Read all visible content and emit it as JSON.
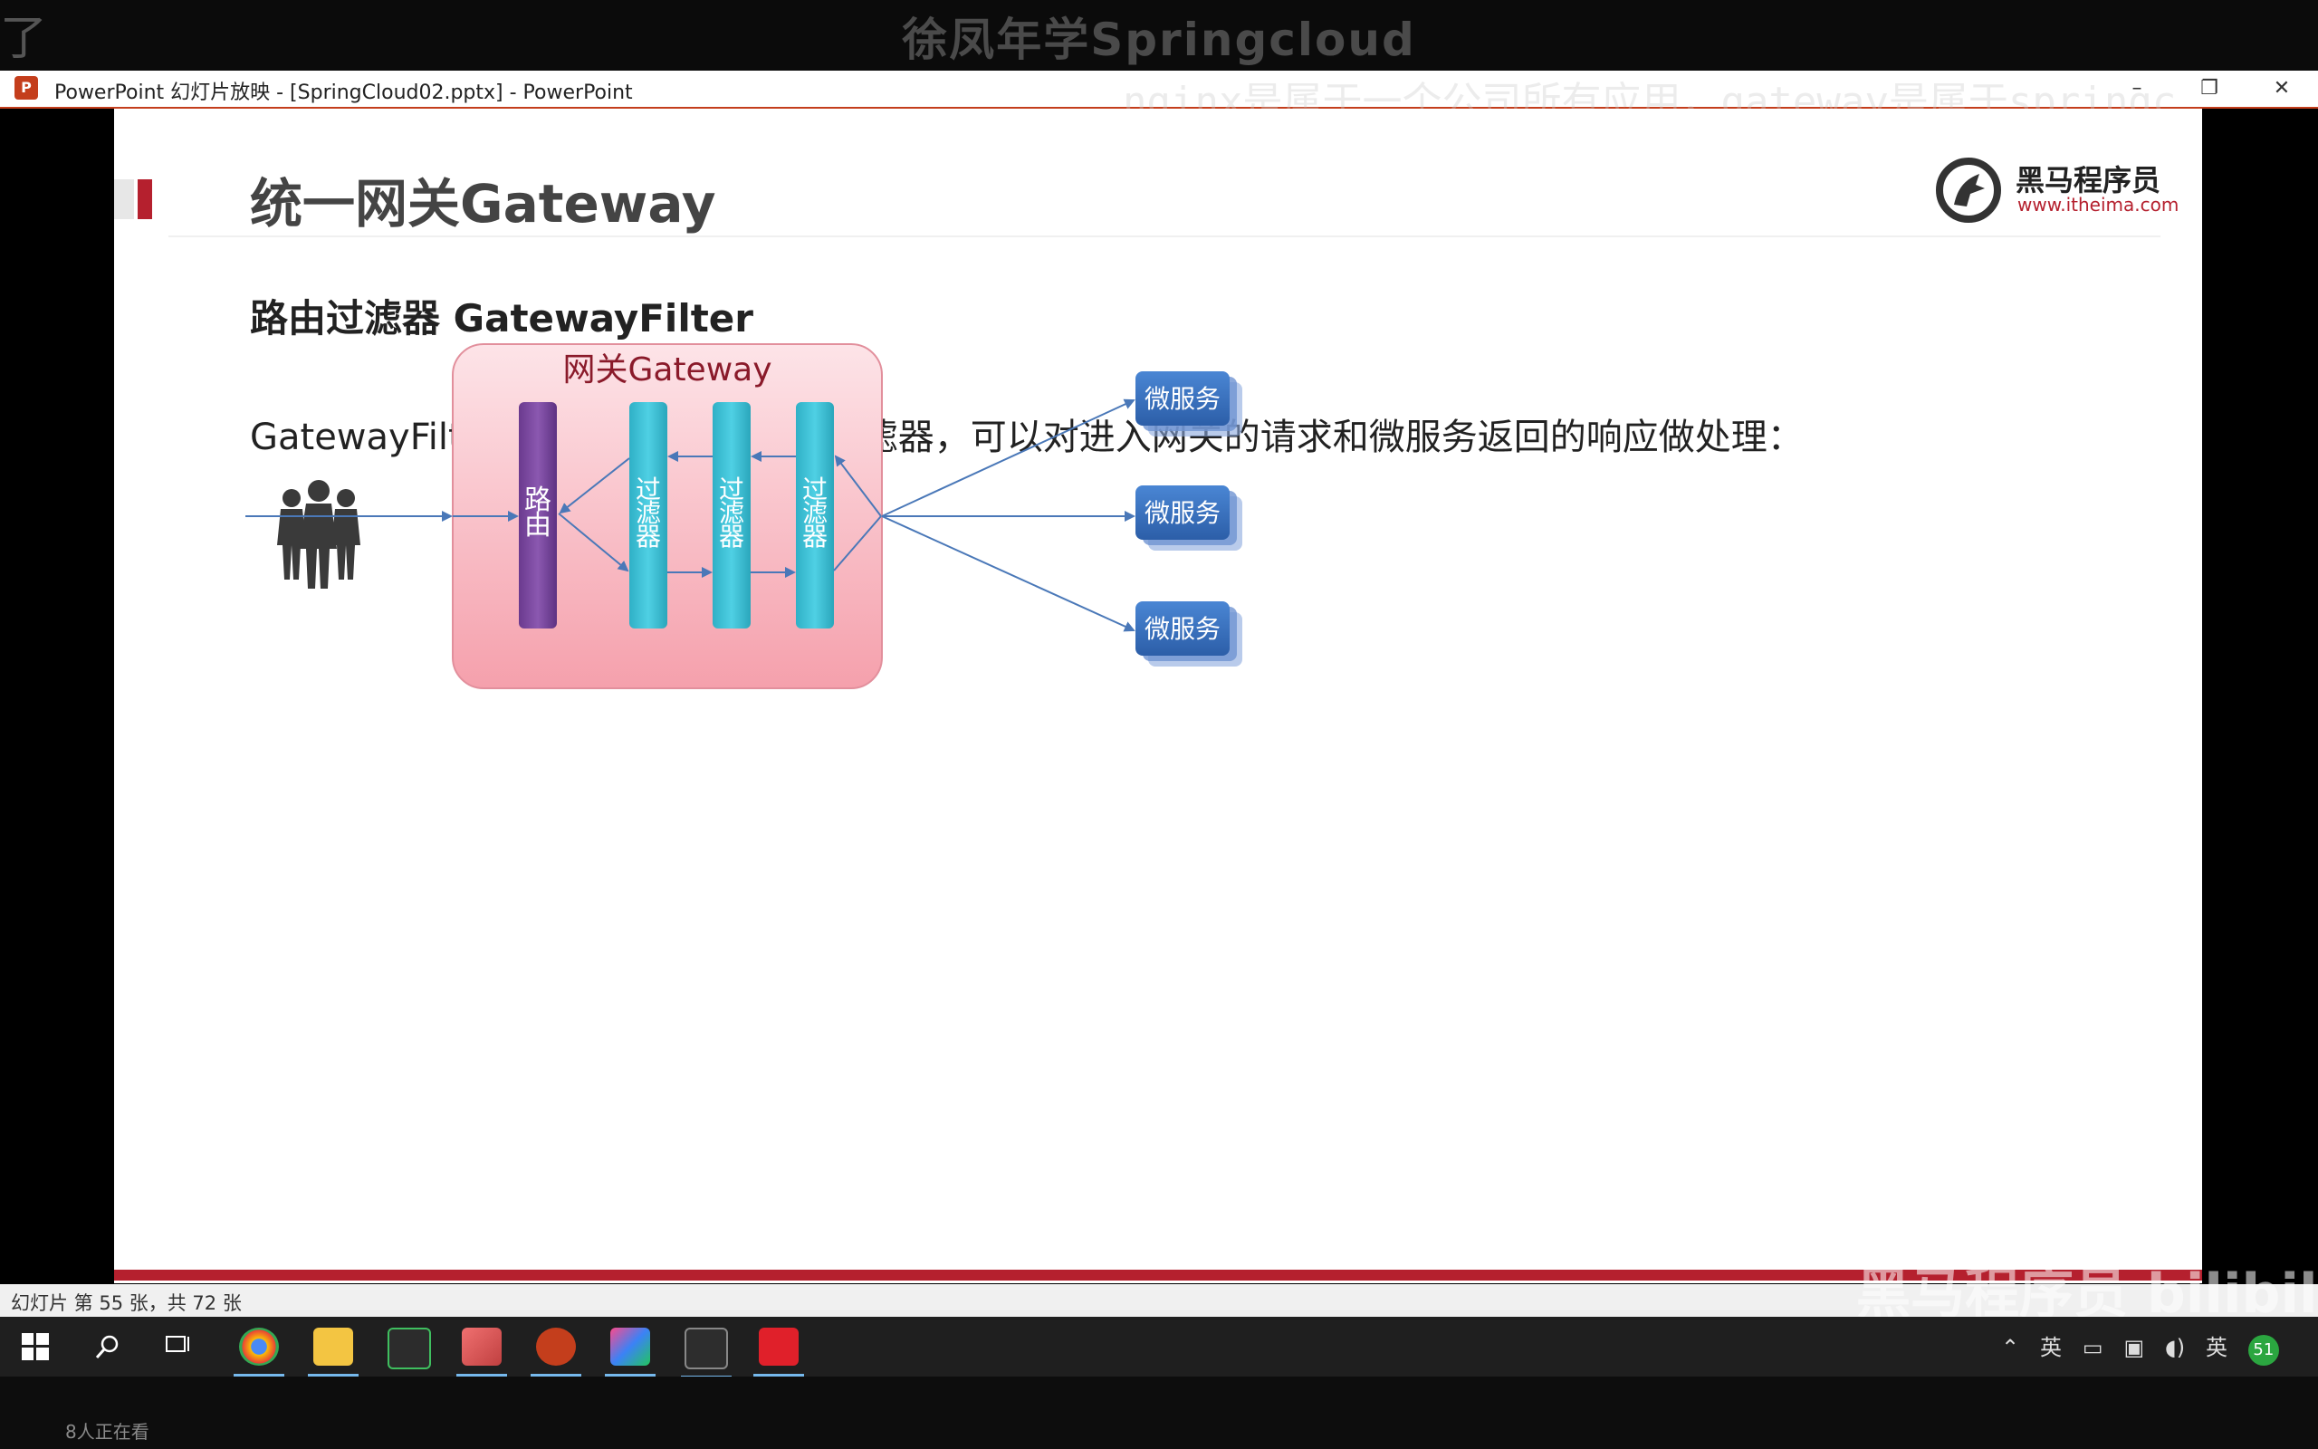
{
  "banner": {
    "title": "徐凤年学Springcloud",
    "left_fragment": "了"
  },
  "window": {
    "title": "PowerPoint 幻灯片放映 - [SpringCloud02.pptx] - PowerPoint",
    "app_icon": "P",
    "minimize": "–",
    "restore": "❐",
    "close": "✕"
  },
  "danmaku": "nginx是属于一个公司所有应用，gateway是属于springc",
  "slide": {
    "title": "统一网关Gateway",
    "logo": {
      "cn": "黑马程序员",
      "url": "www.itheima.com"
    },
    "subheading": "路由过滤器 GatewayFilter",
    "description": "GatewayFilter是网关中提供的一种过滤器，可以对进入网关的请求和微服务返回的响应做处理：",
    "diagram": {
      "gateway_label": "网关Gateway",
      "router_label": [
        "路",
        "由"
      ],
      "filter_label": [
        "过",
        "滤",
        "器"
      ],
      "services": [
        "微服务",
        "微服务",
        "微服务"
      ],
      "colors": {
        "gateway_fill": "#fbd3d9",
        "router": "#7c4a9e",
        "filter": "#3cc0d6",
        "service": "#3a72c0"
      }
    }
  },
  "statusbar": {
    "slide_info": "幻灯片 第 55 张，共 72 张"
  },
  "watermark": "黑马程序员 bilibili",
  "tray": {
    "ime": "英",
    "badge": "51"
  },
  "viewer": {
    "watching": "8人正在看"
  }
}
